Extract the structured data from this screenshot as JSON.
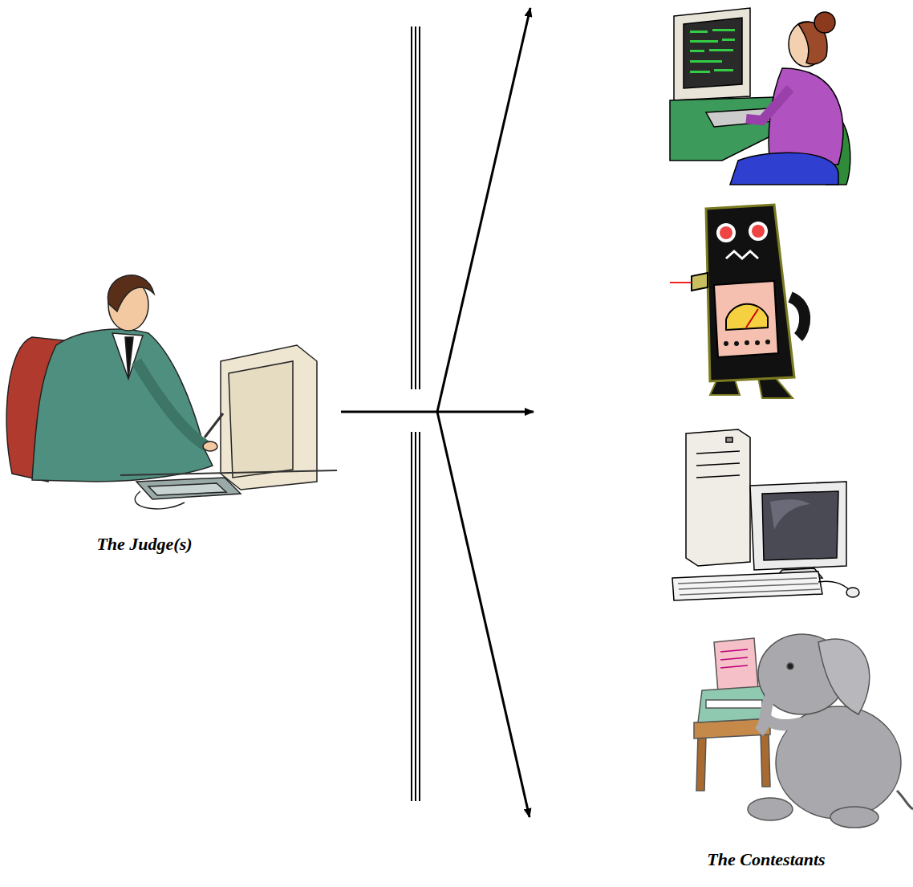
{
  "diagram": {
    "nodes": [
      {
        "text": [
          "The Judge(s)"
        ]
      },
      {
        "text": [
          "The Contestants"
        ]
      }
    ],
    "edges": [
      {
        "from": 0,
        "to": 1,
        "arrow": "to"
      }
    ]
  }
}
